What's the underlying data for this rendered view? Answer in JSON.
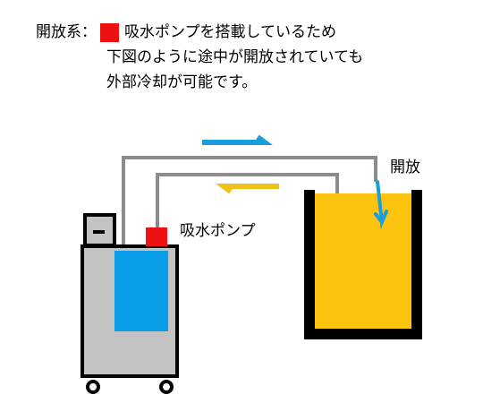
{
  "description": {
    "label": "開放系：",
    "line1": "吸水ポンプを搭載しているため",
    "line2": "下図のように途中が開放されていても",
    "line3": "外部冷却が可能です。"
  },
  "labels": {
    "open": "開放",
    "pump": "吸水ポンプ"
  },
  "colors": {
    "pump_red": "#ee1111",
    "water_blue": "#0a9ee8",
    "liquid_yellow": "#fcc30f",
    "pipe_gray": "#8c8c8c",
    "body_gray": "#c3c3c3",
    "flow_arrow_blue": "#1a9ddb",
    "return_arrow_yellow": "#f2c21a"
  }
}
